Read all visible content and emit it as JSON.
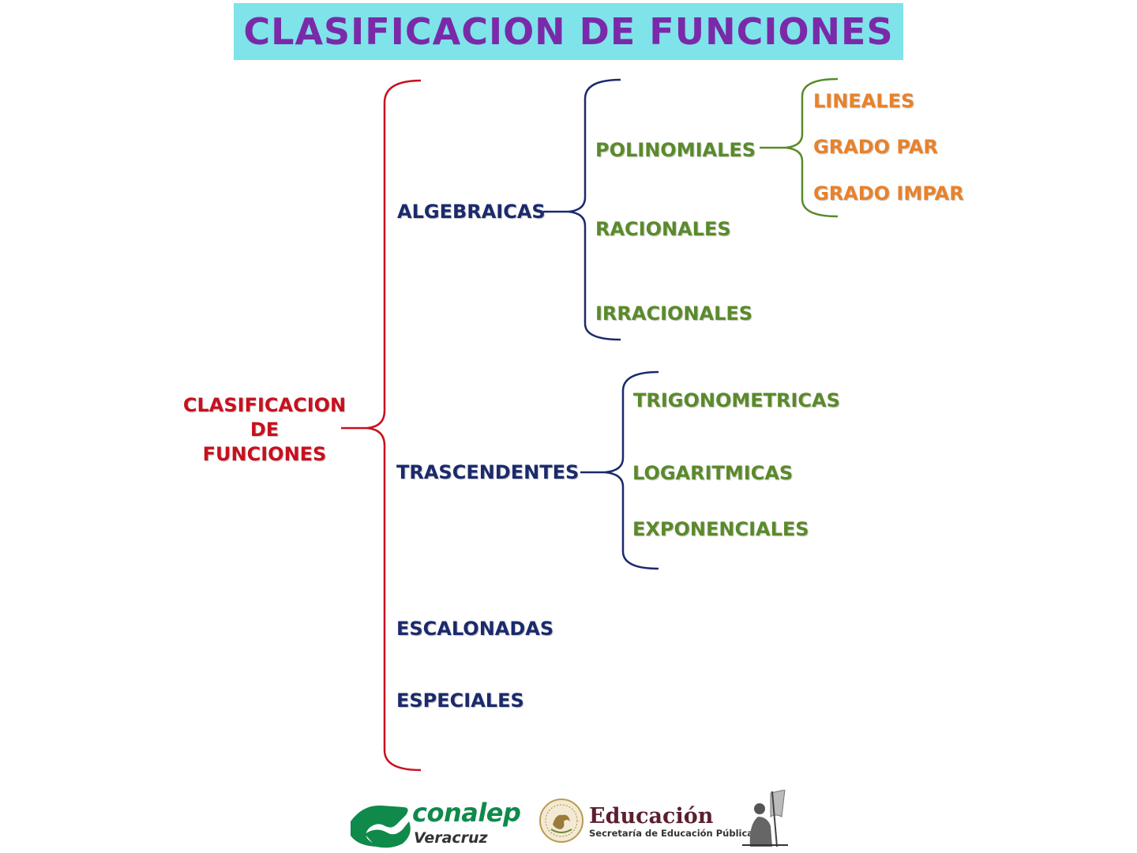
{
  "title": "CLASIFICACION DE FUNCIONES",
  "colors": {
    "title_bg": "#7fe3ea",
    "title_text": "#7a2aa8",
    "root": "#c8101e",
    "level1": "#1a2a6c",
    "level2": "#5a8a2a",
    "level3": "#e8822a",
    "bracket_red": "#c8101e",
    "bracket_blue": "#1a2a6c",
    "bracket_green": "#5a8a2a",
    "conalep_green": "#0f8a4a"
  },
  "root": {
    "line1": "CLASIFICACION",
    "line2": "DE",
    "line3": "FUNCIONES"
  },
  "nodes": {
    "algebraicas": "ALGEBRAICAS",
    "trascendentes": "TRASCENDENTES",
    "escalonadas": "ESCALONADAS",
    "especiales": "ESPECIALES",
    "polinomiales": "POLINOMIALES",
    "racionales": "RACIONALES",
    "irracionales": "IRRACIONALES",
    "trigonometricas": "TRIGONOMETRICAS",
    "logaritmicas": "LOGARITMICAS",
    "exponenciales": "EXPONENCIALES",
    "lineales": "LINEALES",
    "grado_par": "GRADO PAR",
    "grado_impar": "GRADO IMPAR"
  },
  "footer": {
    "conalep": "conalep",
    "veracruz": "Veracruz",
    "educacion": "Educación",
    "sep": "Secretaría de Educación Pública",
    "icons": [
      "conalep-logo-icon",
      "mexico-seal-icon",
      "veracruz-emblem-icon"
    ]
  }
}
